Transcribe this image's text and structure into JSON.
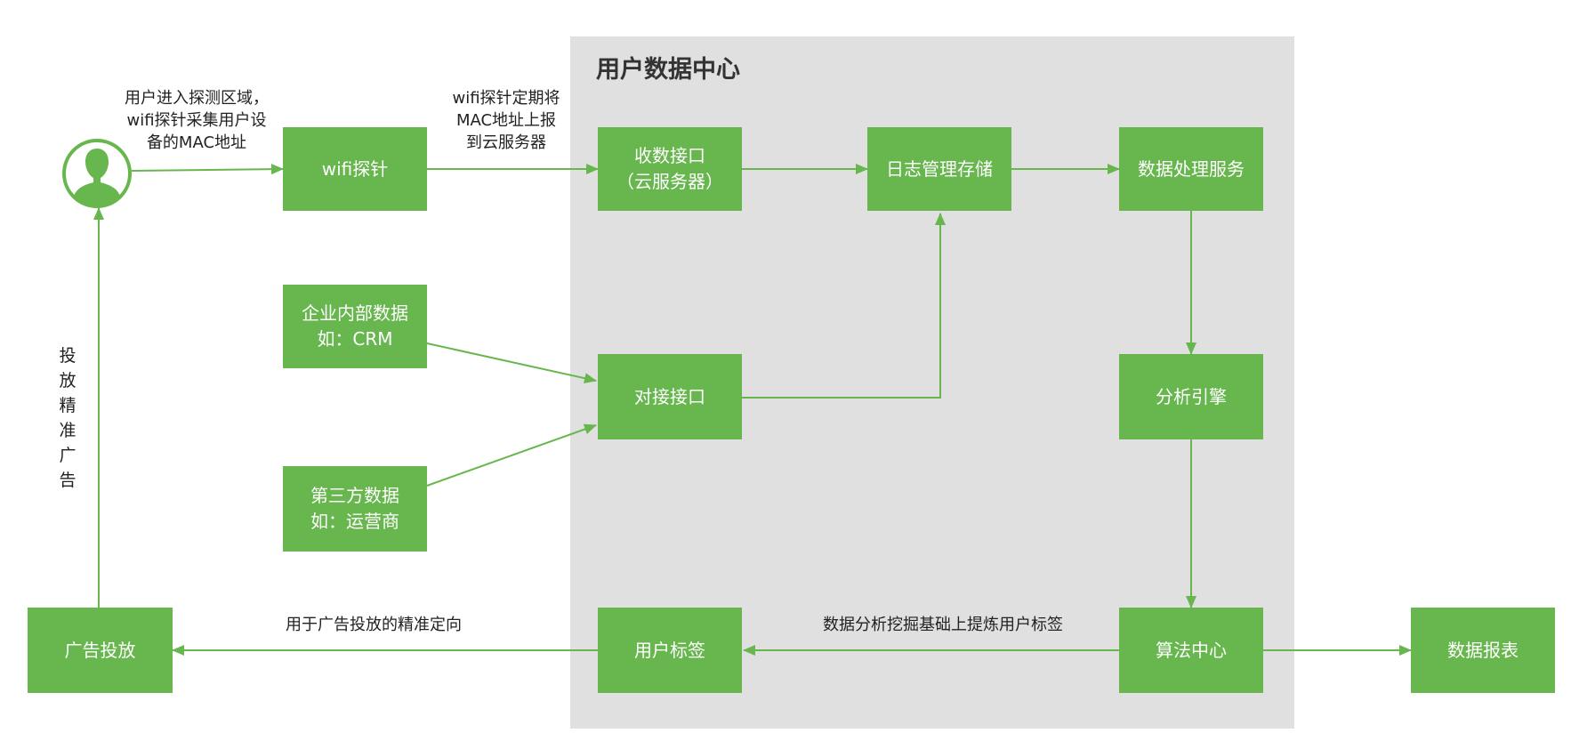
{
  "colors": {
    "node_fill": "#67b64e",
    "line": "#67b64e",
    "region_bg": "#e0e0e0",
    "text_dark": "#222222"
  },
  "center_region": {
    "title": "用户数据中心"
  },
  "nodes": {
    "wifi_probe": {
      "lines": [
        "wifi探针"
      ]
    },
    "receive_api": {
      "lines": [
        "收数接口",
        "（云服务器）"
      ]
    },
    "log_storage": {
      "lines": [
        "日志管理存储"
      ]
    },
    "data_processing": {
      "lines": [
        "数据处理服务"
      ]
    },
    "enterprise_data": {
      "lines": [
        "企业内部数据",
        "如：CRM"
      ]
    },
    "third_party_data": {
      "lines": [
        "第三方数据",
        "如：运营商"
      ]
    },
    "docking_api": {
      "lines": [
        "对接接口"
      ]
    },
    "analysis_engine": {
      "lines": [
        "分析引擎"
      ]
    },
    "algorithm_center": {
      "lines": [
        "算法中心"
      ]
    },
    "user_tags": {
      "lines": [
        "用户标签"
      ]
    },
    "ad_delivery": {
      "lines": [
        "广告投放"
      ]
    },
    "data_report": {
      "lines": [
        "数据报表"
      ]
    }
  },
  "edge_labels": {
    "user_enter": [
      "用户进入探测区域，",
      "wifi探针采集用户设",
      "备的MAC地址"
    ],
    "probe_report": [
      "wifi探针定期将",
      "MAC地址上报",
      "到云服务器"
    ],
    "ad_targeting": "用于广告投放的精准定向",
    "tag_refine": "数据分析挖掘基础上提炼用户标签",
    "precise_ads_vertical": [
      "投",
      "放",
      "精",
      "准",
      "广",
      "告"
    ]
  },
  "icons": {
    "user": "user-avatar-icon"
  }
}
